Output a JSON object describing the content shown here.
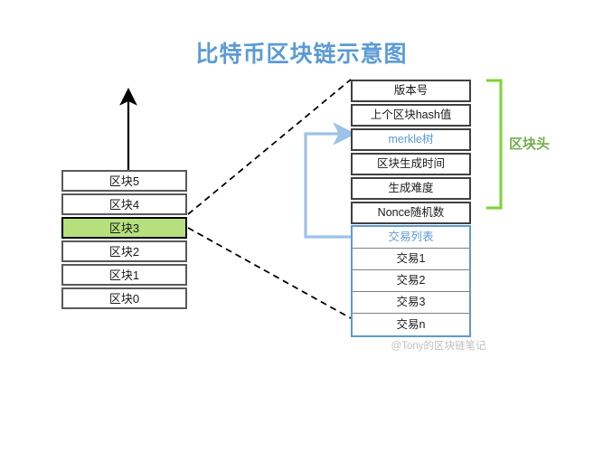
{
  "title": "比特币区块链示意图",
  "chain": {
    "name": "blockchain-column",
    "blocks": [
      {
        "label": "区块5",
        "highlighted": false
      },
      {
        "label": "区块4",
        "highlighted": false
      },
      {
        "label": "区块3",
        "highlighted": true
      },
      {
        "label": "区块2",
        "highlighted": false
      },
      {
        "label": "区块1",
        "highlighted": false
      },
      {
        "label": "区块0",
        "highlighted": false
      }
    ]
  },
  "block_header": {
    "bracket_label": "区块头",
    "rows": [
      {
        "label": "版本号",
        "accent": false
      },
      {
        "label": "上个区块hash值",
        "accent": false
      },
      {
        "label": "merkle树",
        "accent": true
      },
      {
        "label": "区块生成时间",
        "accent": false
      },
      {
        "label": "生成难度",
        "accent": false
      },
      {
        "label": "Nonce随机数",
        "accent": false
      }
    ]
  },
  "transaction_list": {
    "header": "交易列表",
    "rows": [
      "交易1",
      "交易2",
      "交易3",
      "交易n"
    ]
  },
  "watermark": "@Tony的区块链笔记",
  "colors": {
    "title_blue": "#5b9bd5",
    "accent_blue": "#5b9bd5",
    "connector_blue": "#9dc3e6",
    "bracket_green": "#70ad47",
    "highlight_green": "#b5e07d",
    "block_border": "#595959",
    "dashed_black": "#000000",
    "watermark_gray": "#bfbfbf",
    "background": "#ffffff"
  }
}
